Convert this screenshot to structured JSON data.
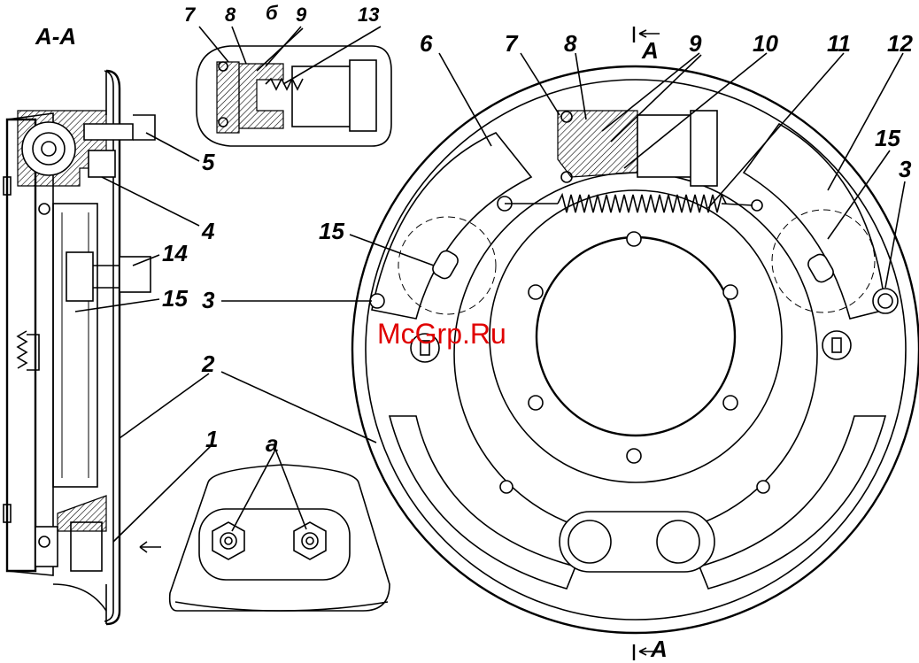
{
  "section_title": "А-А",
  "detail_label": "б",
  "detail_a_label": "а",
  "section_marker": "А",
  "watermark": "McGrp.Ru",
  "callouts": {
    "c1": "1",
    "c2": "2",
    "c3": "3",
    "c4": "4",
    "c5": "5",
    "c6": "6",
    "c7": "7",
    "c8": "8",
    "c9": "9",
    "c10": "10",
    "c11": "11",
    "c12": "12",
    "c13": "13",
    "c14": "14",
    "c15": "15"
  },
  "colors": {
    "ink": "#000000",
    "paper": "#ffffff",
    "watermark": "#e00000"
  }
}
